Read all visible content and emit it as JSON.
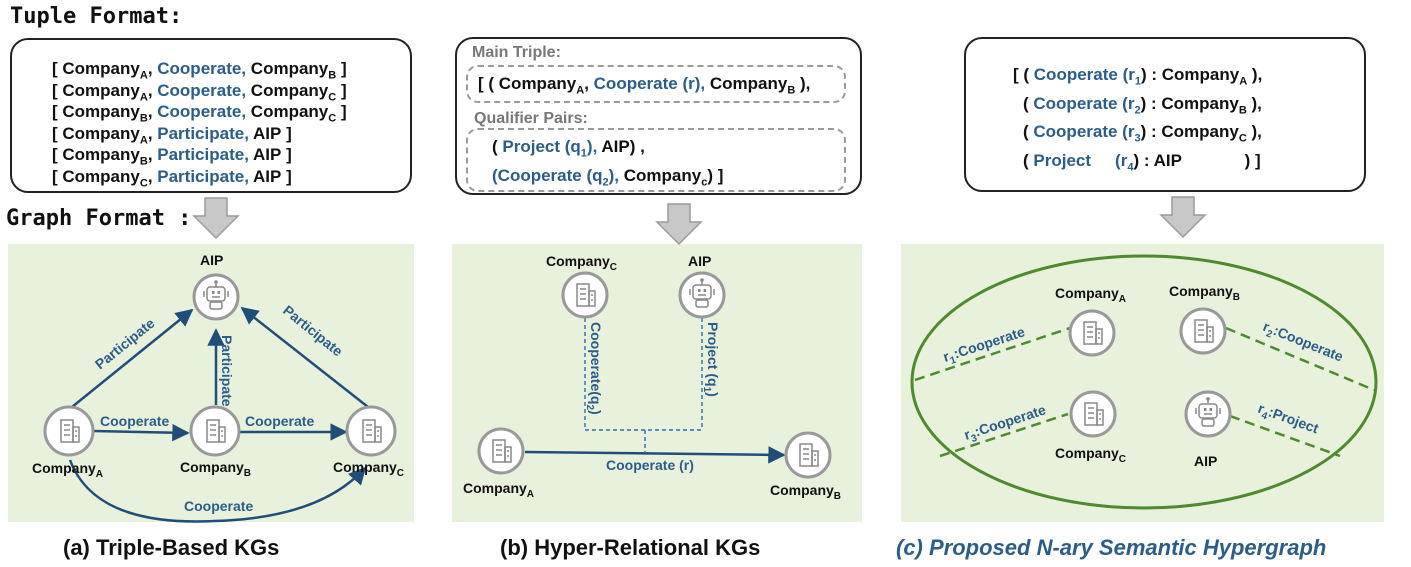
{
  "headers": {
    "tuple_format": "Tuple Format:",
    "graph_format": "Graph Format :"
  },
  "tuples": [
    {
      "h": "Company",
      "hs": "A",
      "r": "Cooperate,",
      "t": "Company",
      "ts": "B"
    },
    {
      "h": "Company",
      "hs": "A",
      "r": "Cooperate,",
      "t": "Company",
      "ts": "C"
    },
    {
      "h": "Company",
      "hs": "B",
      "r": "Cooperate,",
      "t": "Company",
      "ts": "C"
    },
    {
      "h": "Company",
      "hs": "A",
      "r": "Participate,",
      "t": "AIP",
      "ts": ""
    },
    {
      "h": "Company",
      "hs": "B",
      "r": "Participate,",
      "t": "AIP",
      "ts": ""
    },
    {
      "h": "Company",
      "hs": "C",
      "r": "Participate,",
      "t": "AIP",
      "ts": ""
    }
  ],
  "hyper": {
    "main_label": "Main Triple:",
    "main_h": "Company",
    "main_hs": "A",
    "main_r": "Cooperate (r),",
    "main_t": "Company",
    "main_ts": "B",
    "qual_label": "Qualifier Pairs:",
    "q1_rel": "Project (q",
    "q1_sub": "1",
    "q1_tail": "), ",
    "q1_val": "AIP) ,",
    "q2_rel": "(Cooperate (q",
    "q2_sub": "2",
    "q2_tail": "), ",
    "q2_val": "Company",
    "q2_vs": "c",
    "q2_end": ") ]"
  },
  "nary": [
    {
      "prefix": "[ ( ",
      "rel": "Cooperate (r",
      "sub": "1",
      "mid": ") : ",
      "ent": "Company",
      "es": "A",
      "end": " ),"
    },
    {
      "prefix": "( ",
      "rel": "Cooperate (r",
      "sub": "2",
      "mid": ") : ",
      "ent": "Company",
      "es": "B",
      "end": " ),"
    },
    {
      "prefix": "( ",
      "rel": "Cooperate (r",
      "sub": "3",
      "mid": ") : ",
      "ent": "Company",
      "es": "C",
      "end": " ),"
    },
    {
      "prefix": "( ",
      "rel": "Project",
      "sub": "4",
      "mid": ") : ",
      "ent": "AIP",
      "es": "",
      "end": " ) ]"
    }
  ],
  "graph_a": {
    "nodes": {
      "aip": "AIP",
      "a": "Company",
      "a_sub": "A",
      "b": "Company",
      "b_sub": "B",
      "c": "Company",
      "c_sub": "C"
    },
    "edges": {
      "p1": "Participate",
      "p2": "Participate",
      "p3": "Participate",
      "c1": "Cooperate",
      "c2": "Cooperate",
      "c3": "Cooperate"
    }
  },
  "graph_b": {
    "nodes": {
      "c": "Company",
      "c_sub": "C",
      "aip": "AIP",
      "a": "Company",
      "a_sub": "A",
      "b": "Company",
      "b_sub": "B"
    },
    "edges": {
      "main": "Cooperate (r)",
      "q2": "Cooperate(q",
      "q2_sub": "2",
      "q1": "Project (q",
      "q1_sub": "1"
    }
  },
  "graph_c": {
    "nodes": {
      "a": "Company",
      "a_sub": "A",
      "b": "Company",
      "b_sub": "B",
      "c": "Company",
      "c_sub": "C",
      "aip": "AIP"
    },
    "edges": {
      "r1": ":Cooperate",
      "r2": ":Cooperate",
      "r3": ":Cooperate",
      "r4": ":Project",
      "r1s": "1",
      "r2s": "2",
      "r3s": "3",
      "r4s": "4"
    }
  },
  "captions": {
    "a": "(a) Triple-Based KGs",
    "b": "(b) Hyper-Relational KGs",
    "c": "(c) Proposed N-ary Semantic Hypergraph"
  },
  "colors": {
    "relation": "#2b5d8a",
    "edge": "#1f4e79",
    "panel": "#e8f1dc",
    "hyperedge": "#4e8a2e"
  }
}
